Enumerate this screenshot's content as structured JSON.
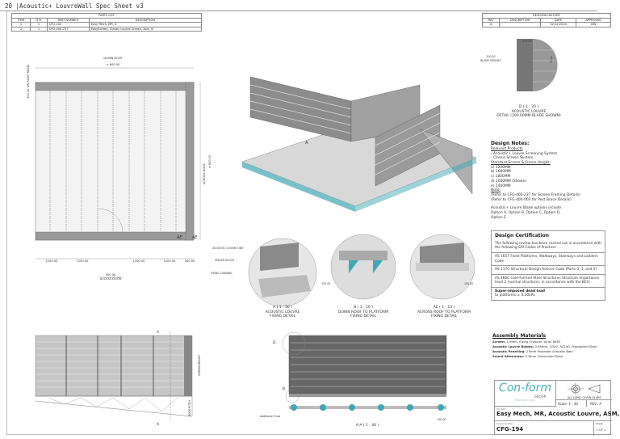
{
  "document_title": "20 |Acoustic+ LouvreWall Spec Sheet v3",
  "parts_list": {
    "title": "PARTS LIST",
    "headers": [
      "ITEM",
      "QTY",
      "PART NUMBER",
      "DESCRIPTION"
    ],
    "rows": [
      [
        "1",
        "1",
        "CFG-102",
        "Easy Mech, MR, A"
      ],
      [
        "2",
        "1",
        "CFG-400-237",
        "EasyScreen, Classic Louvre Screen, Asm, B"
      ]
    ]
  },
  "revision_history": {
    "title": "REVISION HISTORY",
    "headers": [
      "REV",
      "DESCRIPTION",
      "DATE",
      "APPROVED"
    ],
    "rows": [
      [
        "A",
        "",
        "02/12/2024",
        "DW"
      ]
    ]
  },
  "plan_view": {
    "down_roof": "DOWN ROOF",
    "width_dim": "± 600.00",
    "left_dim": "300.00 OR ROOF BEAM",
    "across_roof": "ACROSS ROOF",
    "across_dim": "± 600.00",
    "bottom_dims": [
      "1200.00",
      "1200.00",
      "1200.00",
      "1200.00",
      "300.00"
    ],
    "door_dim": "900.00",
    "door_label": "ACCESS DOOR",
    "ae_label": "AE"
  },
  "detail_a": {
    "callouts": [
      "ACOUSTIC LOUVRE UNIT",
      "SPACER BLOCK",
      "FIXING CHANNEL"
    ],
    "scale": "A ( 1 : 30 )",
    "title": "ACOUSTIC LOUVRE",
    "subtitle": "FIXING DETAIL",
    "iso_marker": "A"
  },
  "detail_b": {
    "dim": "155.00",
    "scale": "B ( 1 : 10 )",
    "title": "DOWN ROOF TO PLATFORM",
    "subtitle": "FIXING DETAIL"
  },
  "detail_ae": {
    "dim": "155.00",
    "scale": "AE ( 1 : 10 )",
    "title": "ACROSS ROOF TO PLATFORM",
    "subtitle": "FIXING DETAIL"
  },
  "detail_d": {
    "width_dim": "297.00",
    "spacing_dim": "200.00",
    "spacing_label": "BLADE SPACING",
    "side_dim": "75.00",
    "scale": "D ( 1 : 20 )",
    "title": "ACOUSTIC LOUVRE",
    "subtitle": "DETAIL (300.00MM BLADE SHOWN)"
  },
  "design_notes": {
    "title": "Design Notes:",
    "lines": [
      {
        "t": "Relevant Products",
        "u": true
      },
      {
        "t": "- Acoustic+ Louvre Screening System"
      },
      {
        "t": "- Classic Screen System"
      },
      {
        "t": "Standard Screen & Frame Height:",
        "u": true
      },
      {
        "t": "a) 1200MM"
      },
      {
        "t": "b) 1600MM"
      },
      {
        "t": "c) 1800MM"
      },
      {
        "t": "d) 2000MM  (Shown)"
      },
      {
        "t": "e) 2400MM"
      },
      {
        "t": "Note:",
        "u": true
      },
      {
        "t": "(Refer to CFG-400-237 for Screen Framing Details)"
      },
      {
        "t": "(Refer to CFG-400-003 for Post Brace Details)"
      },
      {
        "t": " "
      },
      {
        "t": "Acoustic+ Louvre Blade options include"
      },
      {
        "t": "Option A, Option B, Option C, Option D,"
      },
      {
        "t": "Option E"
      }
    ]
  },
  "design_certification": {
    "title": "Design Certification",
    "intro": "The following review has been carried out in accordance with the following SAI Codes of Practice:",
    "codes": [
      "AS 1657 Fixed Platforms, Walkways, Stairways and Ladders Code",
      "AS 1170 Structural Design Actions Code (Parts 0, 1, and 2)",
      "AS 4600 Cold-formed Steel Structures Structure Importance level 2 (normal structure), in accordance with the BCA;"
    ],
    "load_title": "Super-imposed dead load",
    "load_value": "to platforms = 0.20kPa"
  },
  "assembly_materials": {
    "title": "Assembly Materials",
    "items": [
      {
        "k": "Screen:",
        "v": " 1.9mm, Fixing Channel: Alum 6063"
      },
      {
        "k": "Acoustic Louvre Blades:",
        "v": " 0.95mm, G300, AZ150, Prepainted Steel"
      },
      {
        "k": "Acoustic Panelling:",
        "v": " 25mm Polyester Acoustic Batt"
      },
      {
        "k": "Sound Attenuator:",
        "v": " 0.8mm Galvanised Steel"
      }
    ]
  },
  "elevation": {
    "section_marker": "A",
    "screen_height": "SCREEN HEIGHT",
    "roof_pitch": "ROOF PITCH"
  },
  "section_aa": {
    "marker_d": "D",
    "marker_b": "B",
    "callout": "Additional Truss",
    "dim": "190.00",
    "scale": "A-A ( 1 : 40 )"
  },
  "title_block": {
    "logo": "Con-form",
    "logo_sub": "GROUP",
    "tagline": "Making it Easy",
    "units": "ALL DIMS. GIVEN IN MM",
    "scale": "Scale: 1 : 40",
    "rev": "REV.: A",
    "product_label": "Product",
    "product": "Easy Mech, MR, Acoustic Louvre, ASM, A",
    "drawing_label": "Drawing Title",
    "drawing": "CFG-194",
    "sheet_label": "Sheet",
    "sheet": "1 OF 1"
  },
  "colors": {
    "frame": "#8a8a8a",
    "panel": "#d0d0d0",
    "accent": "#3fa7b5",
    "logo": "#4ab0c0"
  }
}
